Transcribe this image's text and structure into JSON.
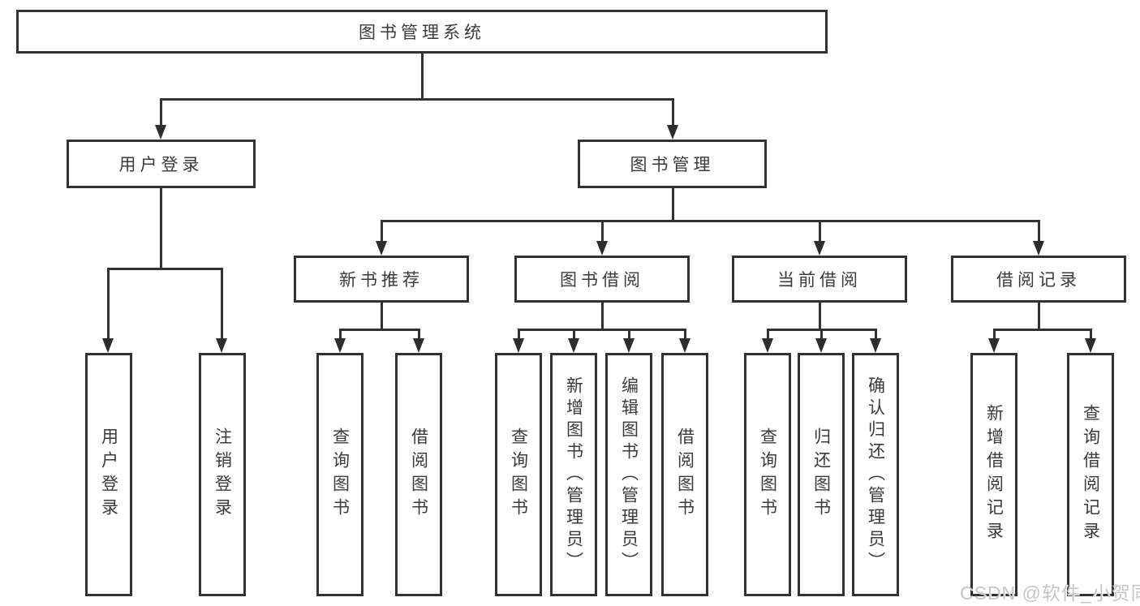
{
  "diagram": {
    "root": {
      "label": "图书管理系统"
    },
    "level2": [
      {
        "label": "用户登录"
      },
      {
        "label": "图书管理"
      }
    ],
    "level3": [
      {
        "label": "新书推荐"
      },
      {
        "label": "图书借阅"
      },
      {
        "label": "当前借阅"
      },
      {
        "label": "借阅记录"
      }
    ],
    "leaves": {
      "user_login": [
        "用户登录",
        "注销登录"
      ],
      "new_book": [
        "查询图书",
        "借阅图书"
      ],
      "book_borrow": [
        "查询图书",
        "新增图书（管理员）",
        "编辑图书（管理员）",
        "借阅图书"
      ],
      "current_borrow": [
        "查询图书",
        "归还图书",
        "确认归还（管理员）"
      ],
      "borrow_record": [
        "新增借阅记录",
        "查询借阅记录"
      ]
    }
  },
  "watermark": {
    "text": "CSDN @软件_小贺同学"
  },
  "colors": {
    "line": "#323232",
    "text": "#3a3a3a",
    "background": "#ffffff",
    "watermark": "#c9c4c4"
  }
}
